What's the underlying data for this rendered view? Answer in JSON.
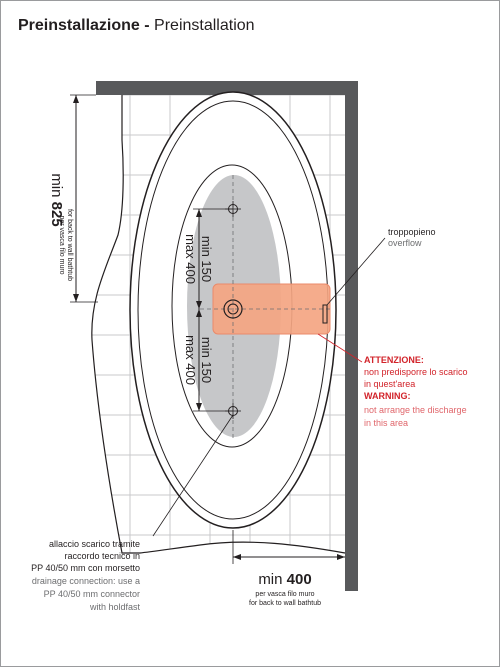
{
  "title": {
    "bold": "Preinstallazione - ",
    "normal": "Preinstallation"
  },
  "dimensions": {
    "left_min_prefix": "min ",
    "left_min_value": "825",
    "left_note_it": "per vasca filo muro",
    "left_note_en": "for back to wall bathtub",
    "upper_min": "min 150",
    "upper_max": "max 400",
    "lower_min": "min 150",
    "lower_max": "max 400",
    "bottom_min_prefix": "min ",
    "bottom_min_value": "400",
    "bottom_note_it": "per vasca filo muro",
    "bottom_note_en": "for back to wall bathtub"
  },
  "overflow": {
    "label_it": "troppopieno",
    "label_en": "overflow"
  },
  "warning": {
    "title_it": "ATTENZIONE:",
    "line1_it": "non predisporre lo scarico",
    "line2_it": "in quest'area",
    "title_en": "WARNING:",
    "line1_en": "not arrange the discharge",
    "line2_en": "in this area",
    "color": "#d2232a"
  },
  "drain": {
    "line1_it": "allaccio scarico tramite",
    "line2_it": "raccordo tecnico in",
    "line3_it": "PP 40/50 mm con morsetto",
    "line1_en": "drainage connection: use a",
    "line2_en": "PP 40/50 mm connector",
    "line3_en": "with holdfast"
  },
  "colors": {
    "wall": "#58595b",
    "tile_line": "#c8c9cb",
    "forbidden_zone": "#f4a582",
    "basin": "#c6c7c9",
    "ink": "#231f20"
  }
}
